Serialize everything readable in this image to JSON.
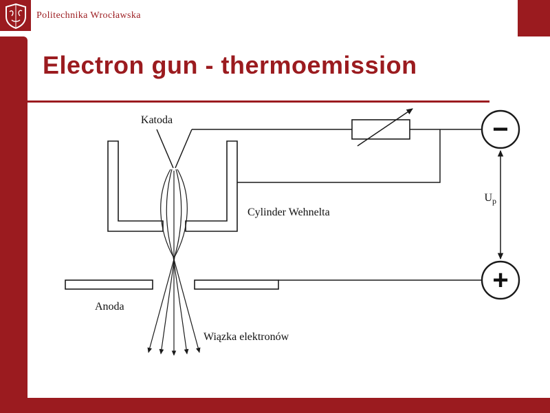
{
  "header": {
    "brand": "Politechnika Wrocławska",
    "logo": "university-crest"
  },
  "title": "Electron gun - thermoemission",
  "diagram": {
    "labels": {
      "cathode": "Katoda",
      "wehnelt_cylinder": "Cylinder Wehnelta",
      "anode": "Anoda",
      "electron_beam": "Wiązka elektronów",
      "voltage_symbol": "U",
      "voltage_subscript": "p",
      "minus_terminal": "−",
      "plus_terminal": "+"
    }
  },
  "colors": {
    "maroon": "#9b1b1f",
    "ink": "#1a1a1a"
  }
}
